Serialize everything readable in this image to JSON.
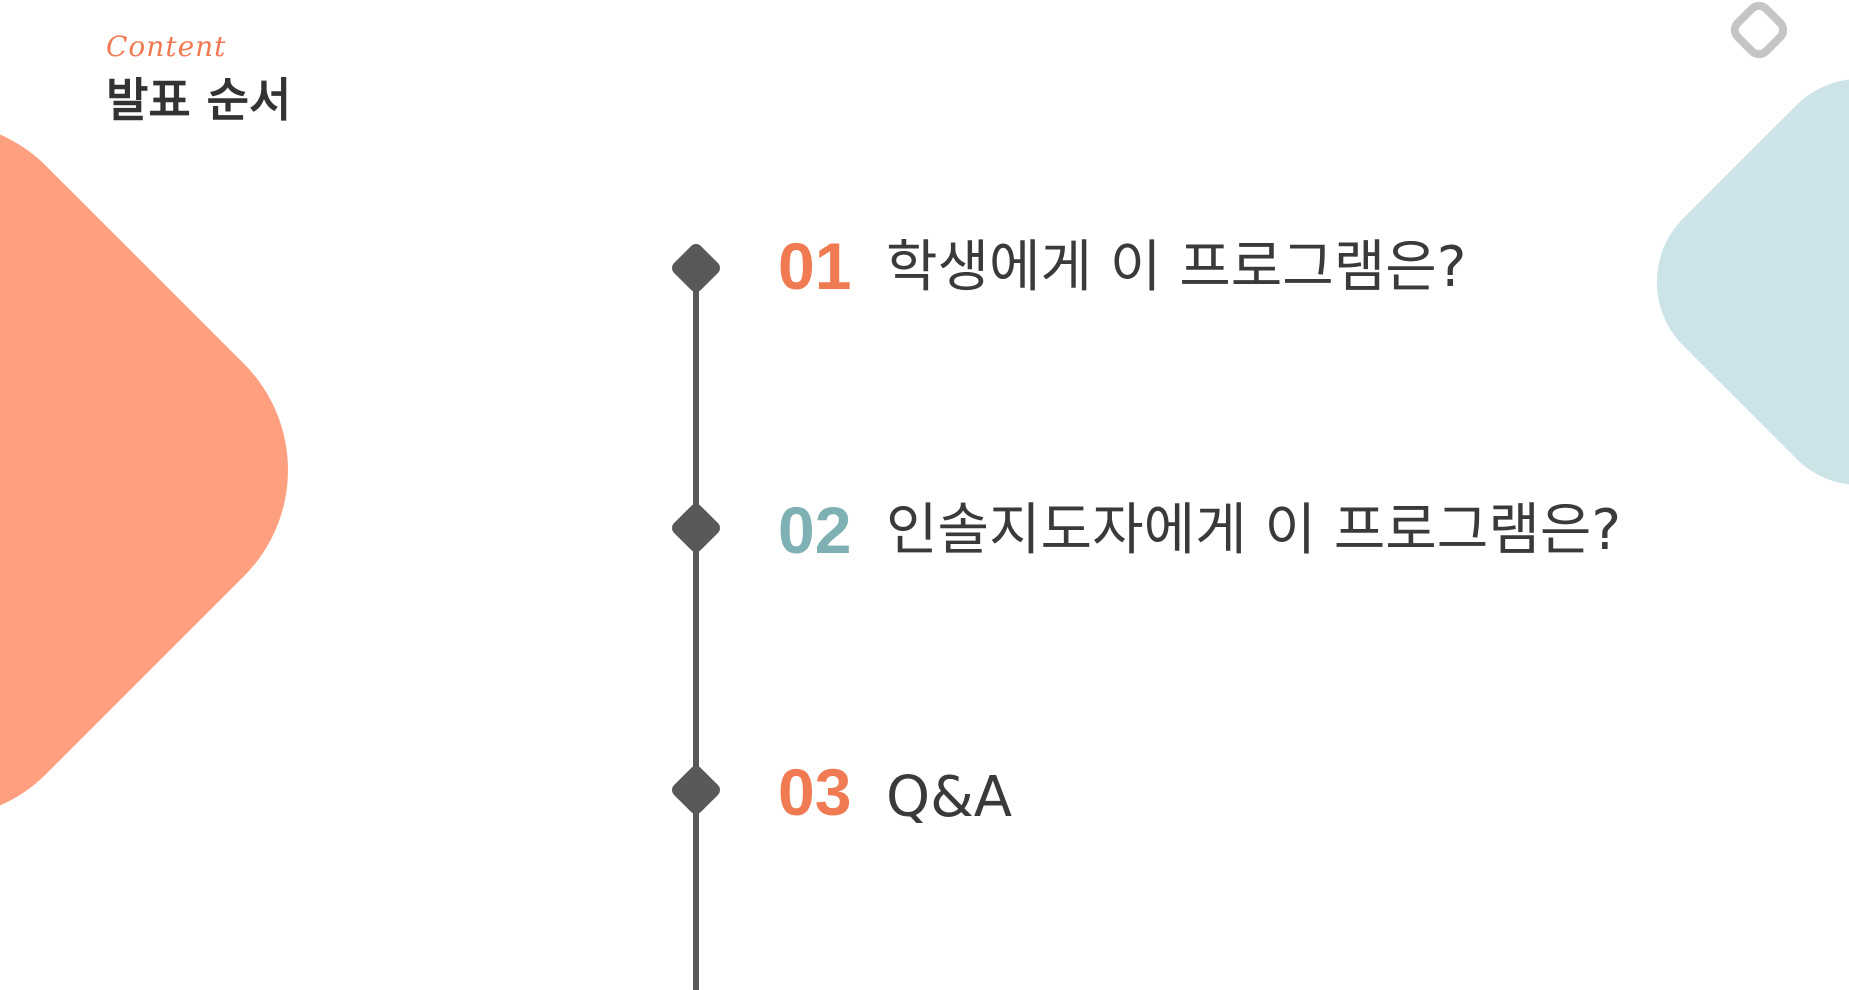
{
  "header": {
    "subtitle": "Content",
    "title": "발표 순서"
  },
  "agenda": {
    "items": [
      {
        "number": "01",
        "label": "학생에게 이 프로그램은?",
        "number_color": "#f07a52"
      },
      {
        "number": "02",
        "label": "인솔지도자에게 이 프로그램은?",
        "number_color": "#7fb0b4"
      },
      {
        "number": "03",
        "label": "Q&A",
        "number_color": "#f07a52"
      }
    ]
  },
  "colors": {
    "accent_orange": "#f07a52",
    "accent_teal": "#7fb0b4",
    "shape_orange": "#fe9f7f",
    "shape_teal": "#cce4e7",
    "timeline": "#595959",
    "text": "#3a3a3a"
  },
  "icons": {
    "marker": "diamond-marker-icon",
    "corner": "diamond-outline-icon"
  }
}
